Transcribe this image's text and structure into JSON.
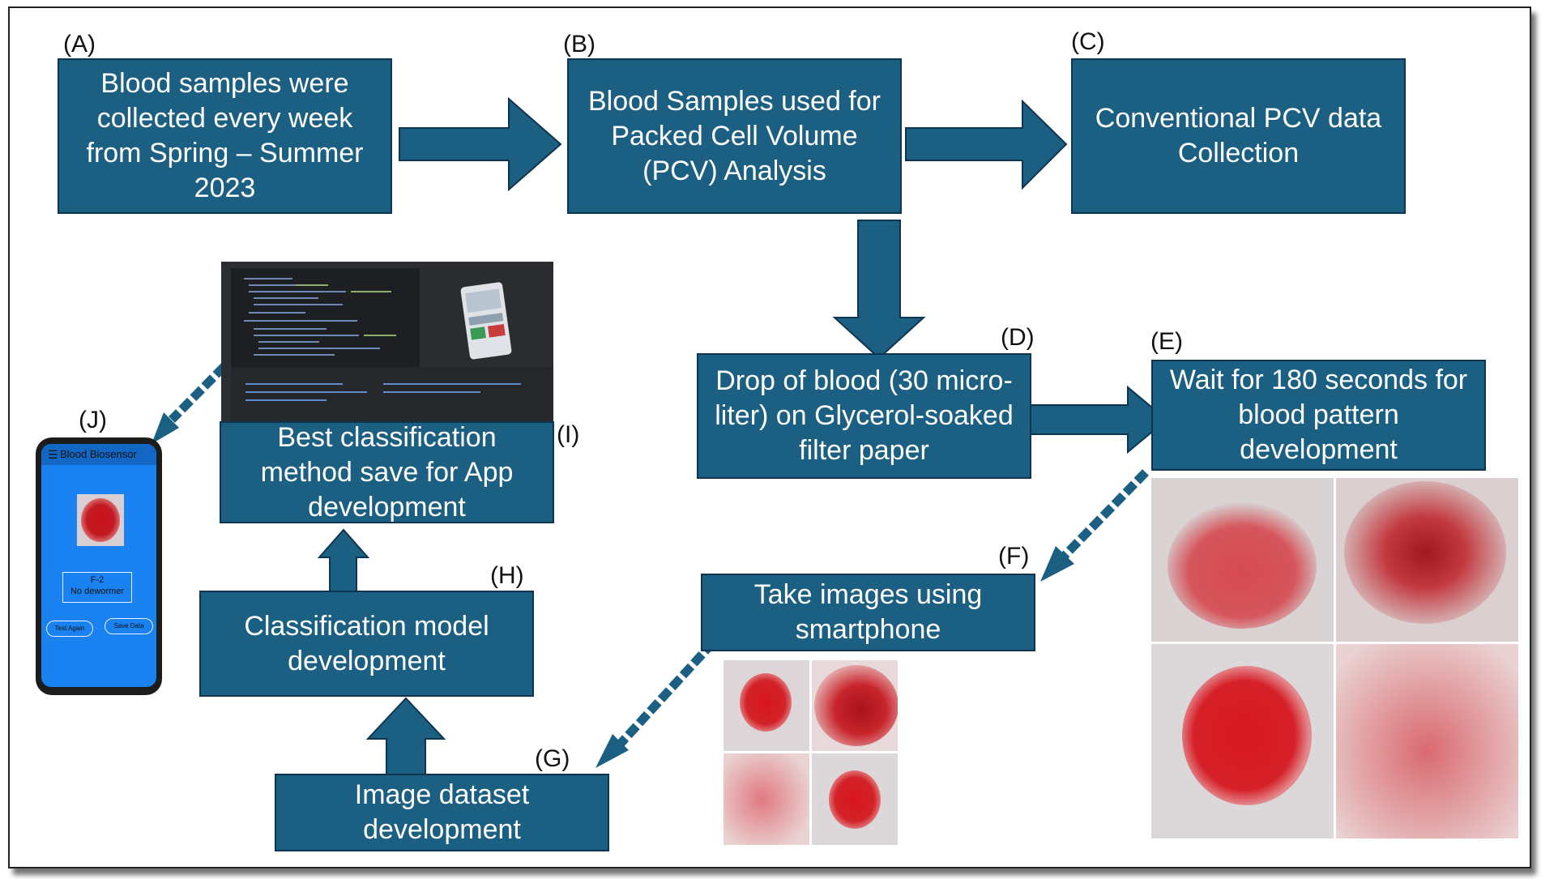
{
  "steps": {
    "A": {
      "label": "(A)",
      "lines": [
        "Blood samples were",
        "collected every week",
        "from Spring – Summer",
        "2023"
      ]
    },
    "B": {
      "label": "(B)",
      "lines": [
        "Blood Samples used for",
        "Packed Cell Volume",
        "(PCV) Analysis"
      ]
    },
    "C": {
      "label": "(C)",
      "lines": [
        "Conventional PCV data",
        "Collection"
      ]
    },
    "D": {
      "label": "(D)",
      "lines": [
        "Drop of blood (30 micro-",
        "liter) on Glycerol-soaked",
        "filter paper"
      ]
    },
    "E": {
      "label": "(E)",
      "lines": [
        "Wait for 180 seconds for",
        "blood pattern",
        "development"
      ]
    },
    "F": {
      "label": "(F)",
      "lines": [
        "Take images using",
        "smartphone"
      ]
    },
    "G": {
      "label": "(G)",
      "lines": [
        "Image dataset",
        "development"
      ]
    },
    "H": {
      "label": "(H)",
      "lines": [
        "Classification model",
        "development"
      ]
    },
    "I": {
      "label": "(I)",
      "lines": [
        "Best classification",
        "method save for App",
        "development"
      ]
    },
    "J": {
      "label": "(J)"
    }
  },
  "phone_app": {
    "title": "Blood Biosensor",
    "result_code": "F-2",
    "result_text": "No dewormer",
    "btn_test_again": "Test Again",
    "btn_save_data": "Save Data"
  },
  "colors": {
    "box_fill": "#1b5f83",
    "box_border": "#0d3550",
    "arrow": "#1b5f83",
    "box_text": "#ffffff"
  }
}
